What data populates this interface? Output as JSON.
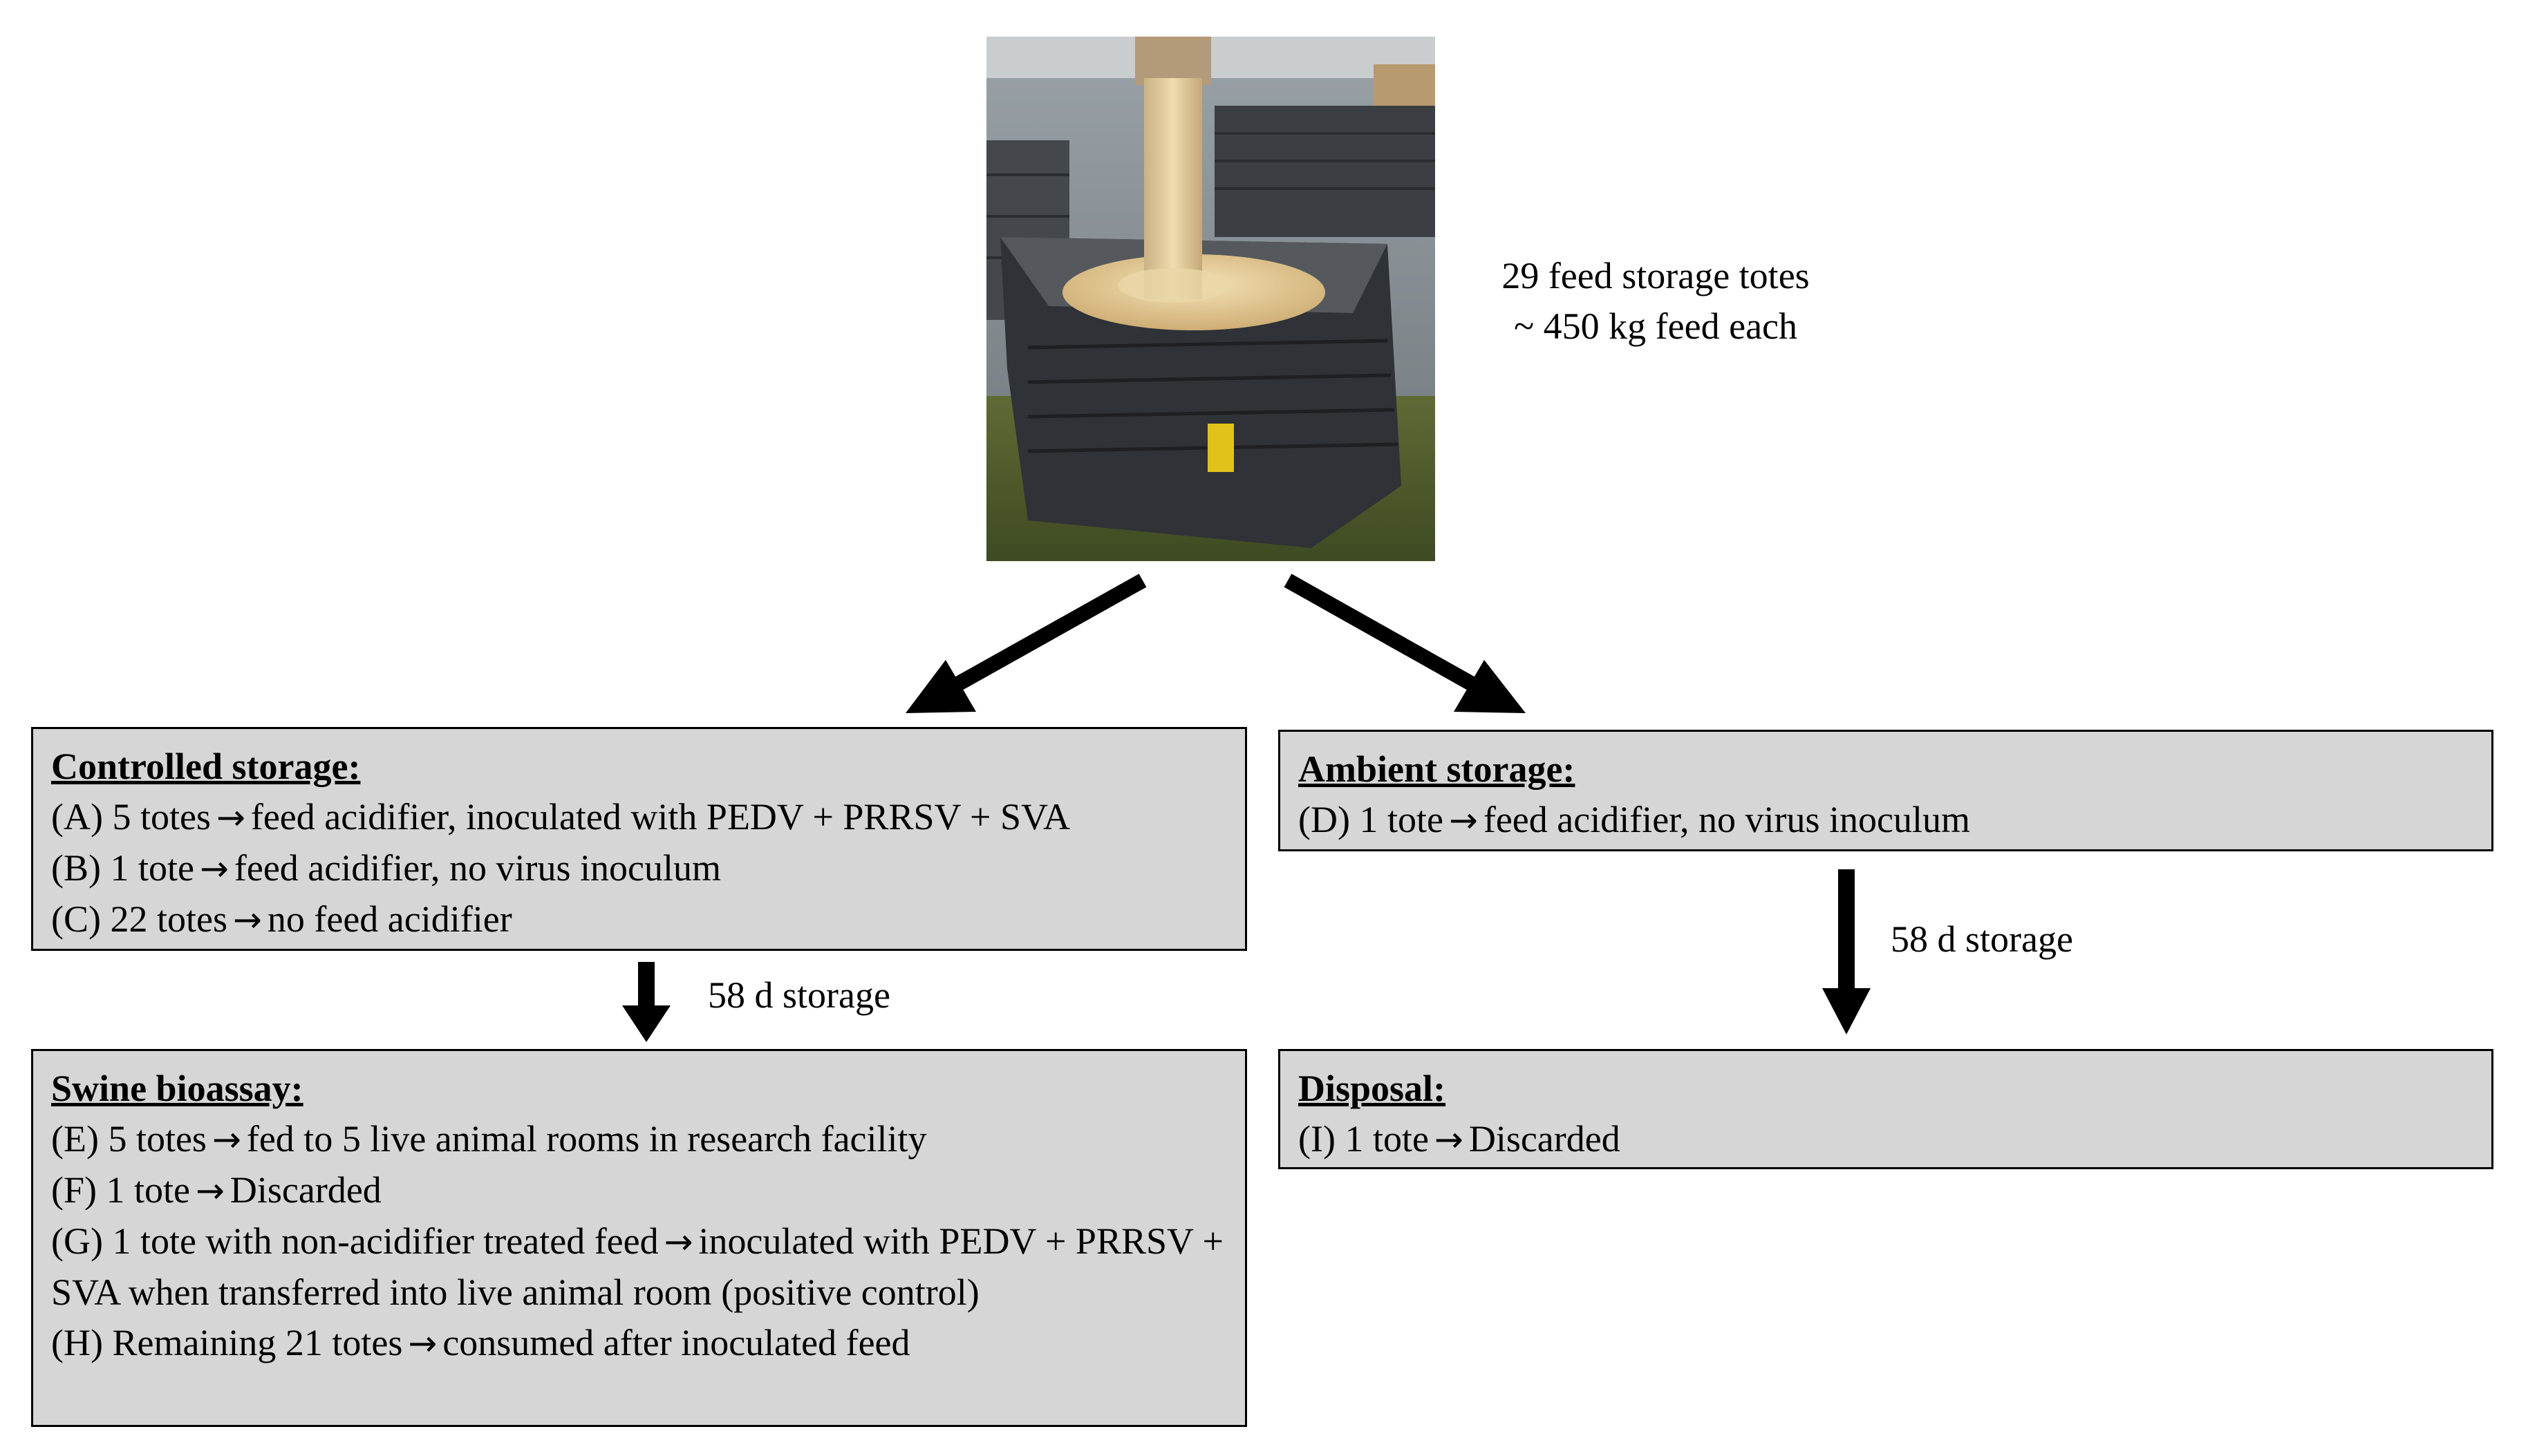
{
  "photo": {
    "caption_line1": "29 feed storage totes",
    "caption_line2": "~ 450 kg feed each"
  },
  "arrow_glyph": "→",
  "controlled": {
    "title": "Controlled storage:",
    "lines": [
      {
        "prefix": "(A) 5 totes",
        "suffix": "feed acidifier, inoculated with PEDV + PRRSV + SVA"
      },
      {
        "prefix": "(B) 1 tote",
        "suffix": "feed acidifier, no virus inoculum"
      },
      {
        "prefix": "(C) 22 totes",
        "suffix": "no feed acidifier"
      }
    ]
  },
  "ambient": {
    "title": "Ambient storage:",
    "lines": [
      {
        "prefix": "(D) 1 tote",
        "suffix": "feed acidifier, no virus inoculum"
      }
    ]
  },
  "left_step": "58 d storage",
  "right_step": "58 d storage",
  "bioassay": {
    "title": "Swine bioassay:",
    "lines": [
      {
        "prefix": "(E) 5 totes",
        "suffix": "fed to 5 live animal rooms in research facility"
      },
      {
        "prefix": "(F) 1 tote",
        "suffix": "Discarded"
      },
      {
        "prefix": "(G) 1 tote with non-acidifier treated feed",
        "suffix": "inoculated with PEDV + PRRSV + SVA when transferred into live animal room (positive control)"
      },
      {
        "prefix": "(H) Remaining 21 totes",
        "suffix": "consumed after inoculated feed"
      }
    ]
  },
  "disposal": {
    "title": "Disposal:",
    "lines": [
      {
        "prefix": "(I) 1 tote",
        "suffix": "Discarded"
      }
    ]
  }
}
